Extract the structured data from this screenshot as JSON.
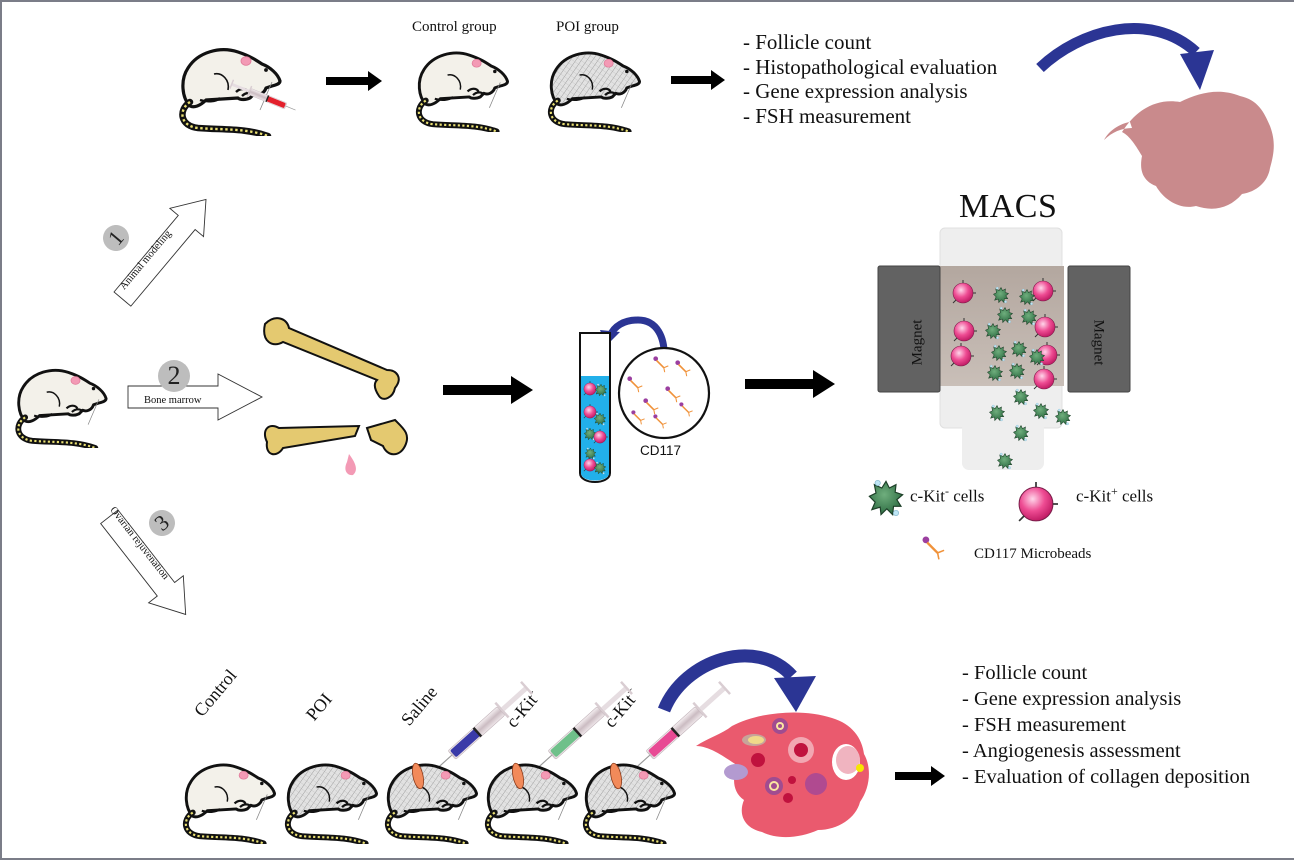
{
  "step1": {
    "number": "1",
    "label": "Animal modeling",
    "groups": [
      "Control group",
      "POI group"
    ],
    "outcomes": [
      "- Follicle count",
      "- Histopathological evaluation",
      "- Gene expression analysis",
      "- FSH measurement"
    ]
  },
  "step2": {
    "number": "2",
    "label": "Bone marrow",
    "tube_label": "CD117",
    "macs": {
      "title": "MACS",
      "magnet_left": "Magnet",
      "magnet_right": "Magnet"
    },
    "legend": {
      "ckit_neg": {
        "text": "c-Kit",
        "sup": "-",
        "suffix": " cells"
      },
      "ckit_pos": {
        "text": "c-Kit",
        "sup": "+",
        "suffix": " cells"
      },
      "microbeads": "CD117 Microbeads"
    }
  },
  "step3": {
    "number": "3",
    "label": "Ovarian rejuvenation",
    "groups": [
      {
        "label": "Control",
        "sup": ""
      },
      {
        "label": "POI",
        "sup": ""
      },
      {
        "label": "Saline",
        "sup": ""
      },
      {
        "label": "c-Kit",
        "sup": "-"
      },
      {
        "label": "c-Kit",
        "sup": "+"
      }
    ],
    "outcomes": [
      "- Follicle count",
      "- Gene expression analysis",
      "- FSH measurement",
      "- Angiogenesis assessment",
      "- Evaluation of collagen deposition"
    ]
  },
  "colors": {
    "curved_arrow": "#2b3594",
    "ovary_top": "#c98a8c",
    "ovary_bottom": "#ea5a6e",
    "bone": "#e4c970",
    "magnet": "#626262",
    "ckit_pos_cell": "#e8488a",
    "ckit_neg_cell": "#4a8a5a",
    "tube_liquid": "#22b0ea",
    "saline_syringe": "#3a3aa8",
    "ckit_neg_syringe": "#6fc08a",
    "ckit_pos_syringe": "#e84a94",
    "badge": "#bdbdbd"
  }
}
